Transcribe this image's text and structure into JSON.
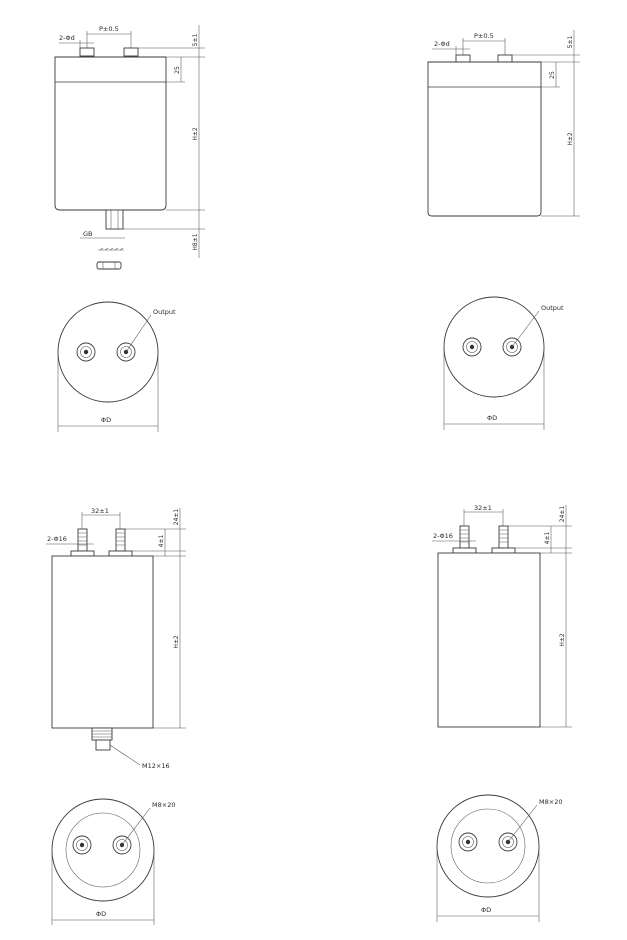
{
  "drawings": [
    {
      "id": "drawing-1",
      "side": {
        "top_dim": "P±0.5",
        "top_dia": "2-Φd",
        "right_top": "5±1",
        "right_collar": "25",
        "right_height": "H±2",
        "right_bottom": "H8±1",
        "stud_label": "GB"
      },
      "top": {
        "terminal_label": "Output",
        "diameter": "ΦD"
      }
    },
    {
      "id": "drawing-2",
      "side": {
        "top_dim": "P±0.5",
        "top_dia": "2-Φd",
        "right_top": "5±1",
        "right_collar": "25",
        "right_height": "H±2"
      },
      "top": {
        "terminal_label": "Output",
        "diameter": "ΦD"
      }
    },
    {
      "id": "drawing-3",
      "side": {
        "top_dim": "32±1",
        "top_dia": "2-Φ16",
        "right_top": "24±1",
        "right_collar": "4±1",
        "right_height": "H±2",
        "stud_label": "M12×16"
      },
      "top": {
        "terminal_label": "M8×20",
        "diameter": "ΦD"
      }
    },
    {
      "id": "drawing-4",
      "side": {
        "top_dim": "32±1",
        "top_dia": "2-Φ16",
        "right_top": "24±1",
        "right_collar": "4±1",
        "right_height": "H±2"
      },
      "top": {
        "terminal_label": "M8×20",
        "diameter": "ΦD"
      }
    }
  ]
}
